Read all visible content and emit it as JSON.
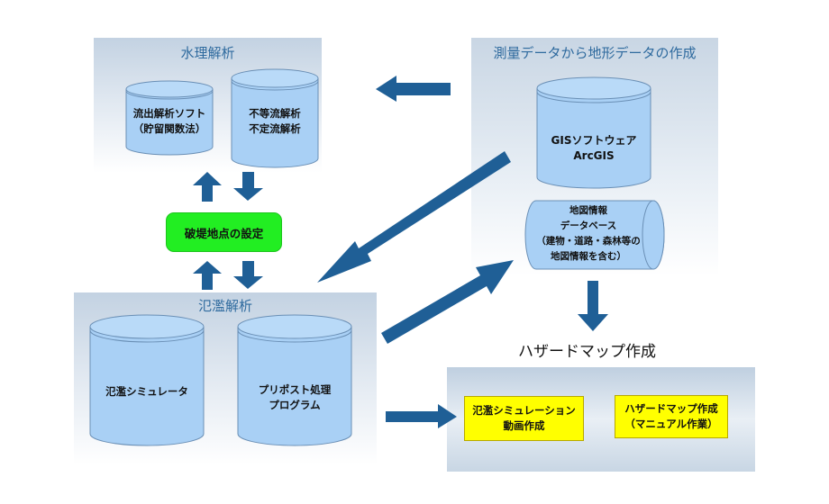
{
  "colors": {
    "arrow": "#1f5f96",
    "cylinder_fill": "#a9d0f5",
    "cylinder_stroke": "#6a8fb5",
    "panel_title": "#2e6a9e",
    "decision_box": "#22ee22",
    "output_box": "#ffff00"
  },
  "hydrology_panel": {
    "title": "水理解析",
    "cylinders": [
      {
        "lines": [
          "流出解析ソフト",
          "（貯留関数法）"
        ]
      },
      {
        "lines": [
          "不等流解析",
          "不定流解析"
        ]
      }
    ]
  },
  "survey_panel": {
    "title": "測量データから地形データの作成",
    "gis_cylinder": {
      "lines": [
        "GISソフトウェア",
        "ArcGIS"
      ]
    },
    "map_database": {
      "lines": [
        "地図情報",
        "データベース",
        "（建物・道路・森林等の",
        "地図情報を含む）"
      ]
    }
  },
  "breach_point": {
    "label": "破堤地点の設定"
  },
  "flood_panel": {
    "title": "氾濫解析",
    "cylinders": [
      {
        "lines": [
          "氾濫シミュレータ"
        ]
      },
      {
        "lines": [
          "プリポスト処理",
          "プログラム"
        ]
      }
    ]
  },
  "hazard_section": {
    "title": "ハザードマップ作成",
    "boxes": [
      {
        "lines": [
          "氾濫シミュレーション",
          "動画作成"
        ]
      },
      {
        "lines": [
          "ハザードマップ作成",
          "（マニュアル作業）"
        ]
      }
    ]
  }
}
